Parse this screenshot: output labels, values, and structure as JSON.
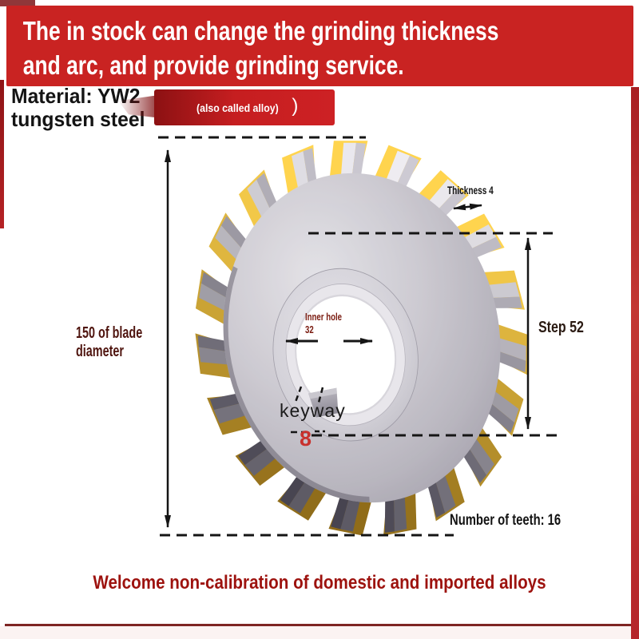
{
  "banner": {
    "line1": "The in stock can change the grinding thickness",
    "line2": "and arc, and provide grinding service.",
    "bg_color": "#c92322",
    "text_color": "#ffffff"
  },
  "material": {
    "line1": "Material: YW2",
    "line2": "tungsten steel"
  },
  "ribbon": {
    "label": "(also called alloy)",
    "paren": ")",
    "bg_color": "#c61e20"
  },
  "annotations": {
    "thickness_label": "Thickness 4",
    "blade_diameter_line1": "150 of blade",
    "blade_diameter_line2": "diameter",
    "inner_hole_line1": "Inner hole",
    "inner_hole_line2": "32",
    "step_label": "Step 52",
    "keyway_label": "keyway",
    "keyway_value": "8",
    "teeth_count_label": "Number of teeth: 16"
  },
  "footer": {
    "message": "Welcome non-calibration of domestic and imported alloys",
    "color": "#9d120e"
  },
  "colors": {
    "banner_red": "#c92322",
    "deep_red_text": "#9d120e",
    "label_maroon": "#4f150f",
    "inner_hole_maroon": "#7a1b10",
    "keyway_value_red": "#c8312d",
    "dimension_line": "#151515",
    "cutter_steel": "#c6c4cb",
    "cutter_gold": "#e9b93d",
    "cutter_carbide": "#d9d7dc",
    "bore_white": "#ffffff"
  }
}
